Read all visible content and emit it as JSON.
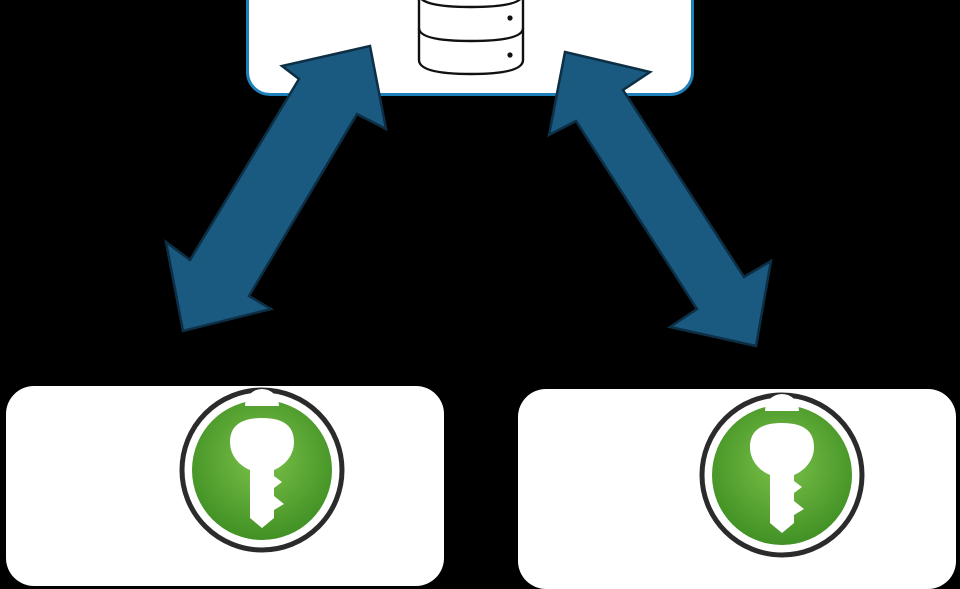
{
  "diagram": {
    "server": {
      "icon": "database-icon",
      "accent": "#1f7fb8"
    },
    "clients": [
      {
        "icon": "keepassxc-key-icon",
        "color": "#4a9a2a"
      },
      {
        "icon": "keepassxc-key-icon",
        "color": "#4a9a2a"
      }
    ],
    "connections": [
      {
        "from": "server",
        "to": "client-left",
        "type": "bidirectional",
        "color": "#1a5a80"
      },
      {
        "from": "server",
        "to": "client-right",
        "type": "bidirectional",
        "color": "#1a5a80"
      }
    ]
  }
}
